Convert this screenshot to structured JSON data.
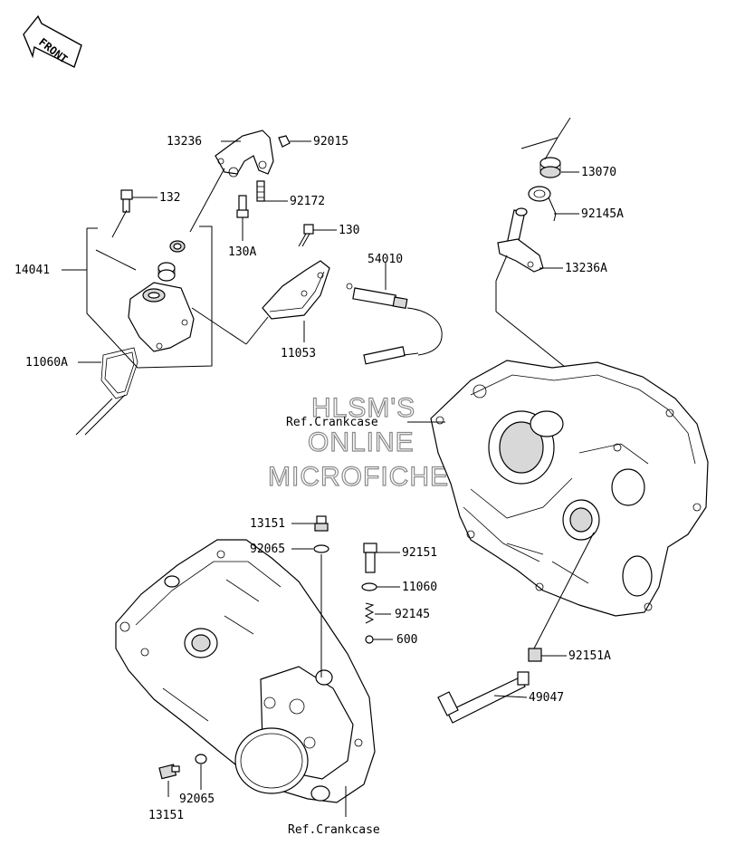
{
  "front_arrow": {
    "text": "FRONT",
    "icon": "front-arrow-icon"
  },
  "watermark": {
    "line1": "HLSM'S",
    "line2": "ONLINE",
    "line3": "MICROFICHE"
  },
  "labels": {
    "p13236": "13236",
    "p92015": "92015",
    "p132": "132",
    "p92172": "92172",
    "p130A": "130A",
    "p130": "130",
    "p14041": "14041",
    "p54010": "54010",
    "p11060A": "11060A",
    "p11053": "11053",
    "p13070": "13070",
    "p92145A": "92145A",
    "p13236A": "13236A",
    "refCrank1": "Ref.Crankcase",
    "p13151a": "13151",
    "p92065a": "92065",
    "p92151": "92151",
    "p11060": "11060",
    "p92145": "92145",
    "p600": "600",
    "p92151A": "92151A",
    "p49047": "49047",
    "p92065b": "92065",
    "p13151b": "13151",
    "refCrank2": "Ref.Crankcase"
  }
}
